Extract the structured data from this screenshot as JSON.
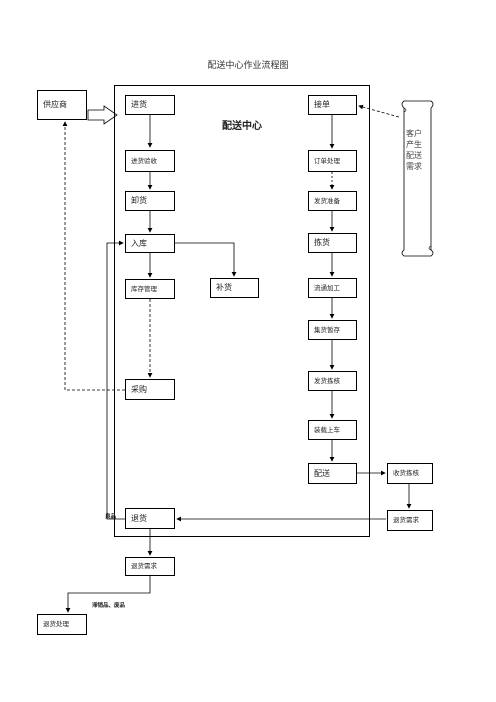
{
  "title": "配送中心作业流程图",
  "center_label": "配送中心",
  "supplier": "供应商",
  "customer_need": "客户产生配送需求",
  "left_column": {
    "receive": "进货",
    "inspect": "进货验收",
    "unload": "卸货",
    "store": "入库",
    "inventory": "库存管理",
    "replenish": "补货",
    "purchase": "采购",
    "return_goods": "退货"
  },
  "right_column": {
    "order": "接单",
    "order_process": "订单处理",
    "ship_prepare": "发货准备",
    "pick": "拣货",
    "process": "流通加工",
    "stage": "集货暂存",
    "ship_check": "发货拣核",
    "load": "装载上车",
    "deliver": "配送"
  },
  "outside": {
    "receipt_check": "收货拣核",
    "return_demand_right": "退货需求",
    "return_demand_bottom": "退货需求",
    "return_handling": "退货处理"
  },
  "labels": {
    "good_product": "良品",
    "unsold_defective": "滞销品、废品"
  }
}
